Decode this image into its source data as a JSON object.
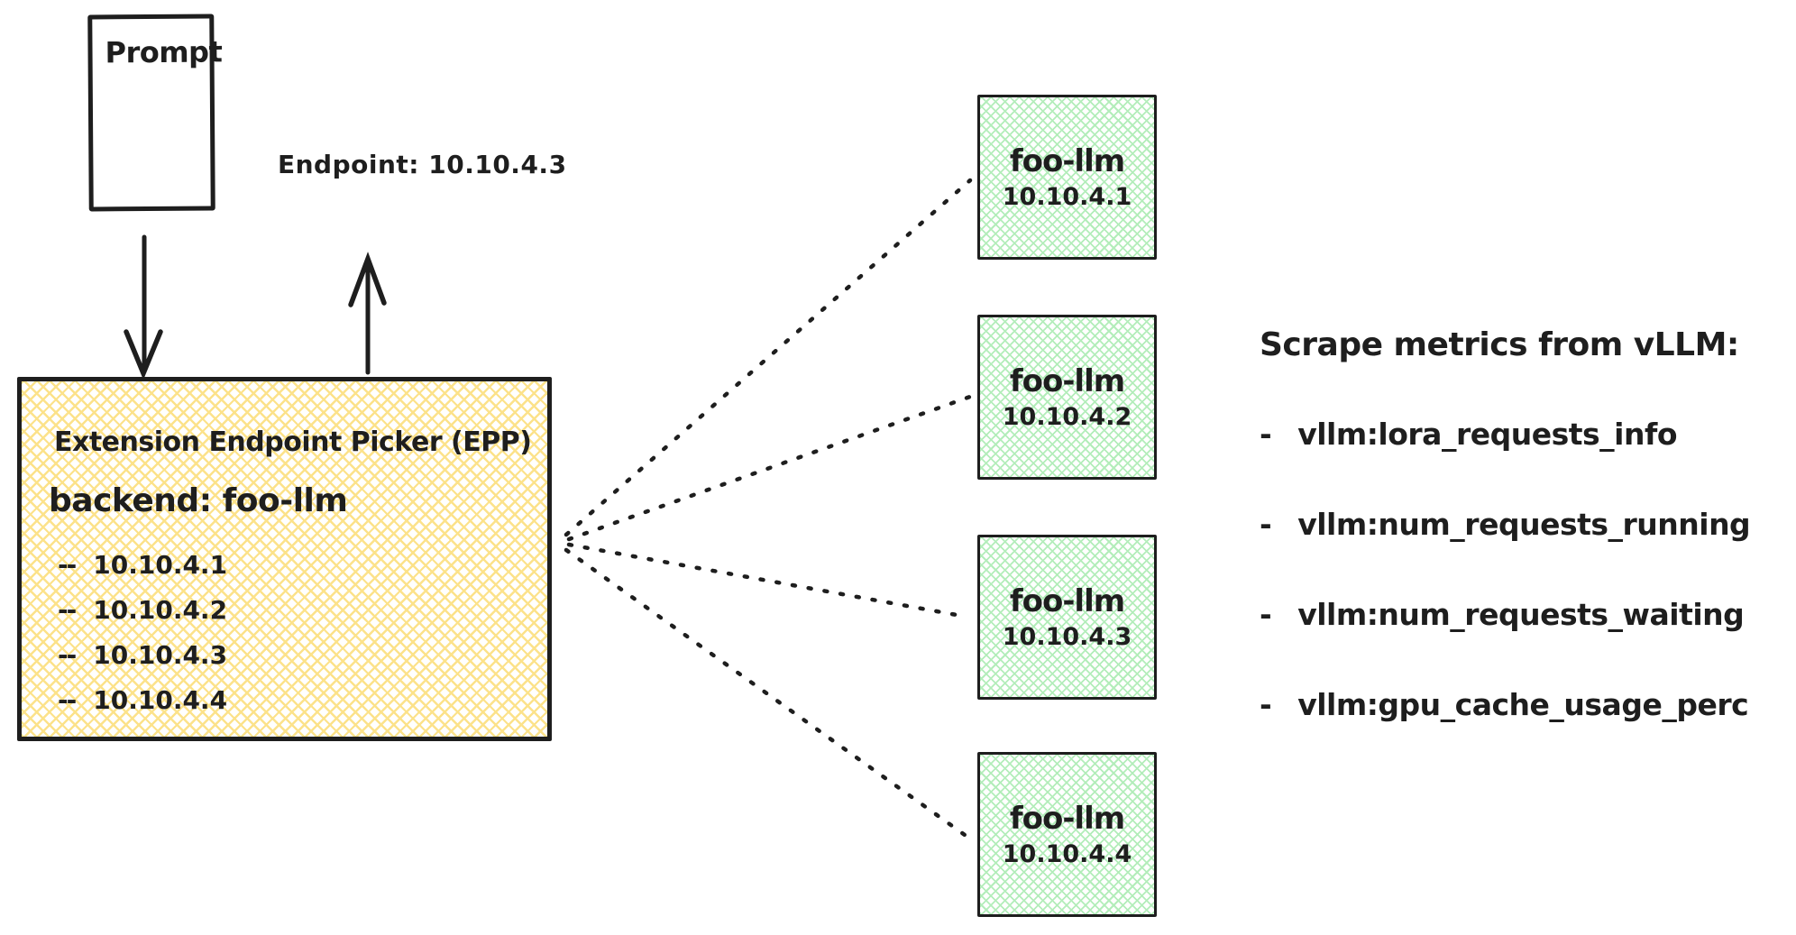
{
  "diagram": {
    "ink_color": "#1e1e1e",
    "epp_hatch_color": "#fce28a",
    "backend_hatch_color": "#b3edba"
  },
  "prompt_box": {
    "label": "Prompt"
  },
  "endpoint_label": "Endpoint: 10.10.4.3",
  "epp": {
    "title": "Extension Endpoint Picker (EPP)",
    "backend_line": "backend: foo-llm",
    "endpoint_prefix": "--",
    "endpoints": [
      "10.10.4.1",
      "10.10.4.2",
      "10.10.4.3",
      "10.10.4.4"
    ]
  },
  "backends": [
    {
      "name": "foo-llm",
      "ip": "10.10.4.1"
    },
    {
      "name": "foo-llm",
      "ip": "10.10.4.2"
    },
    {
      "name": "foo-llm",
      "ip": "10.10.4.3"
    },
    {
      "name": "foo-llm",
      "ip": "10.10.4.4"
    }
  ],
  "metrics": {
    "title": "Scrape metrics from vLLM:",
    "bullet": "-",
    "items": [
      "vllm:lora_requests_info",
      "vllm:num_requests_running",
      "vllm:num_requests_waiting",
      "vllm:gpu_cache_usage_perc"
    ]
  }
}
